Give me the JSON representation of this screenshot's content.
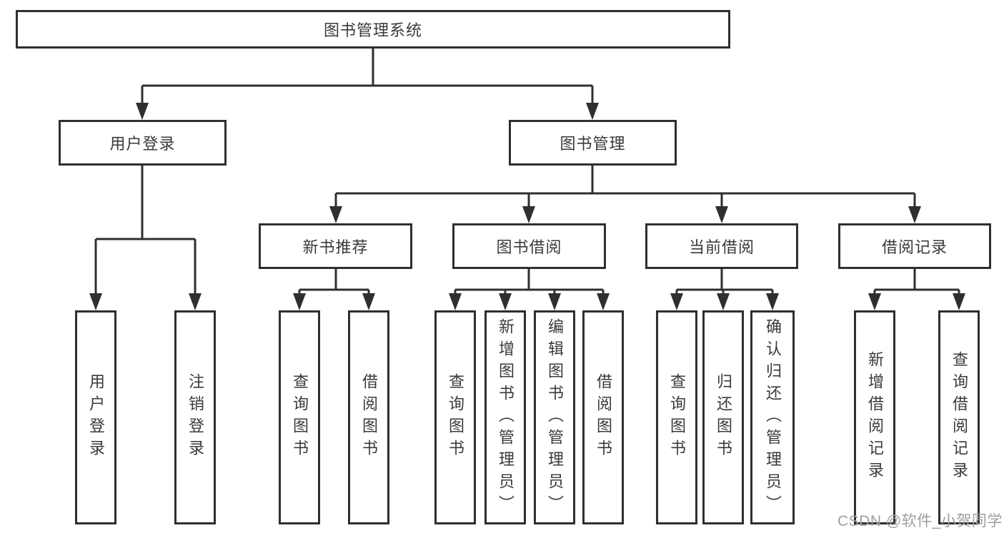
{
  "diagram": {
    "watermark": "CSDN @软件_小贺同学",
    "colors": {
      "line": "#2f2f2f",
      "text": "#3a3a3a",
      "background": "#ffffff",
      "watermark": "#9e9e9e"
    },
    "tree": {
      "root": {
        "label": "图书管理系统",
        "children": [
          {
            "label": "用户登录",
            "children": [
              {
                "label": "用户登录"
              },
              {
                "label": "注销登录"
              }
            ]
          },
          {
            "label": "图书管理",
            "children": [
              {
                "label": "新书推荐",
                "children": [
                  {
                    "label": "查询图书"
                  },
                  {
                    "label": "借阅图书"
                  }
                ]
              },
              {
                "label": "图书借阅",
                "children": [
                  {
                    "label": "查询图书"
                  },
                  {
                    "label": "新增图书（管理员）"
                  },
                  {
                    "label": "编辑图书（管理员）"
                  },
                  {
                    "label": "借阅图书"
                  }
                ]
              },
              {
                "label": "当前借阅",
                "children": [
                  {
                    "label": "查询图书"
                  },
                  {
                    "label": "归还图书"
                  },
                  {
                    "label": "确认归还（管理员）"
                  }
                ]
              },
              {
                "label": "借阅记录",
                "children": [
                  {
                    "label": "新增借阅记录"
                  },
                  {
                    "label": "查询借阅记录"
                  }
                ]
              }
            ]
          }
        ]
      }
    }
  }
}
